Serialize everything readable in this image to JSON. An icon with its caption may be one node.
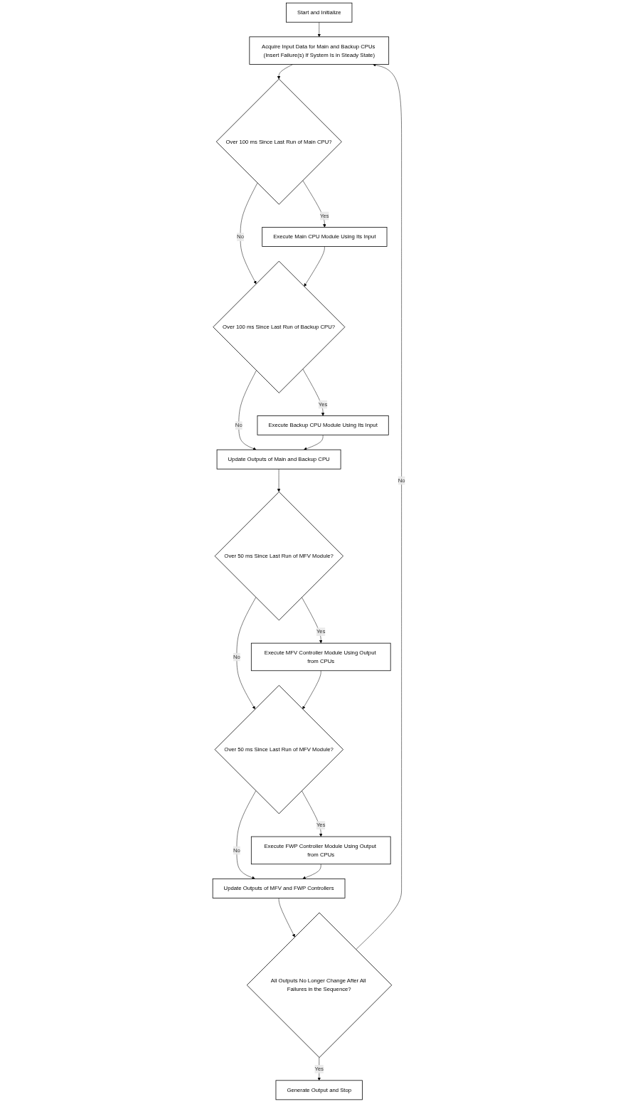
{
  "diagram": {
    "nodes": [
      {
        "text": [
          "Start and Initialize"
        ]
      },
      {
        "text": [
          "Acquire Input Data for Main and Backup CPUs (Insert Failure(s) If System Is in Steady State)"
        ]
      },
      {
        "text": [
          "Over 100 ms Since Last Run of Main CPU?"
        ]
      },
      {
        "text": [
          "Execute Main CPU Module Using Its Input"
        ]
      },
      {
        "text": [
          "Over 100 ms Since Last Run of Backup CPU?"
        ]
      },
      {
        "text": [
          "Execute Backup CPU Module Using Its Input"
        ]
      },
      {
        "text": [
          "Update Outputs of Main and Backup CPU"
        ]
      },
      {
        "text": [
          "Over 50 ms Since Last Run of MFV Module?"
        ]
      },
      {
        "text": [
          "Execute MFV Controller Module Using Output from CPUs"
        ]
      },
      {
        "text": [
          "Over 50 ms Since Last Run of MFV Module?"
        ]
      },
      {
        "text": [
          "Execute FWP Controller Module Using Output from CPUs"
        ]
      },
      {
        "text": [
          "Update Outputs of MFV and FWP Controllers"
        ]
      },
      {
        "text": [
          "All Outputs No Longer Change After All Failures in the Sequence?"
        ]
      },
      {
        "text": [
          "Generate Output and Stop"
        ]
      }
    ],
    "edges": [
      {
        "from": 0,
        "to": 1,
        "arrow": "to"
      },
      {
        "from": 1,
        "to": 2,
        "arrow": "to"
      },
      {
        "from": 2,
        "to": 3,
        "label": "Yes",
        "arrow": "to"
      },
      {
        "from": 2,
        "to": 4,
        "label": "No",
        "arrow": "to"
      },
      {
        "from": 3,
        "to": 4,
        "arrow": "to"
      },
      {
        "from": 4,
        "to": 5,
        "label": "Yes",
        "arrow": "to"
      },
      {
        "from": 4,
        "to": 6,
        "label": "No",
        "arrow": "to"
      },
      {
        "from": 5,
        "to": 6,
        "arrow": "to"
      },
      {
        "from": 6,
        "to": 7,
        "arrow": "to"
      },
      {
        "from": 7,
        "to": 8,
        "label": "Yes",
        "arrow": "to"
      },
      {
        "from": 7,
        "to": 9,
        "label": "No",
        "arrow": "to"
      },
      {
        "from": 8,
        "to": 9,
        "arrow": "to"
      },
      {
        "from": 9,
        "to": 10,
        "label": "Yes",
        "arrow": "to"
      },
      {
        "from": 9,
        "to": 11,
        "label": "No",
        "arrow": "to"
      },
      {
        "from": 10,
        "to": 11,
        "arrow": "to"
      },
      {
        "from": 11,
        "to": 12,
        "arrow": "to"
      },
      {
        "from": 12,
        "to": 13,
        "label": "Yes",
        "arrow": "to"
      },
      {
        "from": 12,
        "to": 1,
        "label": "No",
        "arrow": "to"
      }
    ]
  }
}
